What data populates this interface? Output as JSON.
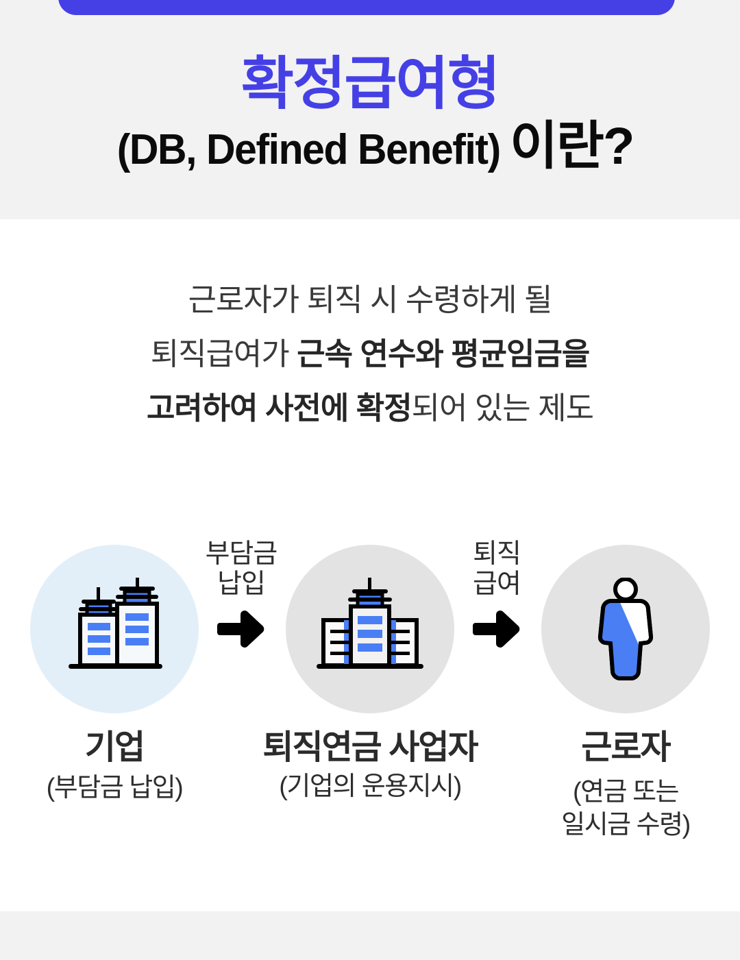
{
  "header": {
    "accent_color": "#4540e5",
    "title_highlight": "확정급여형",
    "title_english": "(DB, Defined Benefit)",
    "title_suffix": "이란?"
  },
  "description": {
    "line1": "근로자가 퇴직 시 수령하게 될",
    "line2_plain_prefix": "퇴직급여가 ",
    "line2_bold": "근속 연수와 평균임금을",
    "line3_bold": "고려하여 사전에 확정",
    "line3_plain_suffix": "되어 있는 제도"
  },
  "flow": {
    "nodes": [
      {
        "id": "company",
        "icon": "two-buildings-icon",
        "circle_color": "#e2eff9",
        "title": "기업",
        "subtitle": "(부담금 납입)"
      },
      {
        "id": "provider",
        "icon": "corporate-building-icon",
        "circle_color": "#e3e3e3",
        "title": "퇴직연금 사업자",
        "subtitle": "(기업의 운용지시)"
      },
      {
        "id": "worker",
        "icon": "person-icon",
        "circle_color": "#e3e3e3",
        "title": "근로자",
        "subtitle_line1": "(연금 또는",
        "subtitle_line2": "일시금 수령)"
      }
    ],
    "connectors": [
      {
        "id": "contribution",
        "label_line1": "부담금",
        "label_line2": "납입",
        "icon": "arrow-right-icon"
      },
      {
        "id": "benefit",
        "label_line1": "퇴직",
        "label_line2": "급여",
        "icon": "arrow-right-icon"
      }
    ]
  },
  "colors": {
    "brand_blue": "#4540e5",
    "icon_blue": "#4a7ef5",
    "band_gray": "#f2f2f2",
    "circle_gray": "#e3e3e3",
    "circle_blue": "#e2eff9",
    "text_dark": "#2b2b2b"
  }
}
